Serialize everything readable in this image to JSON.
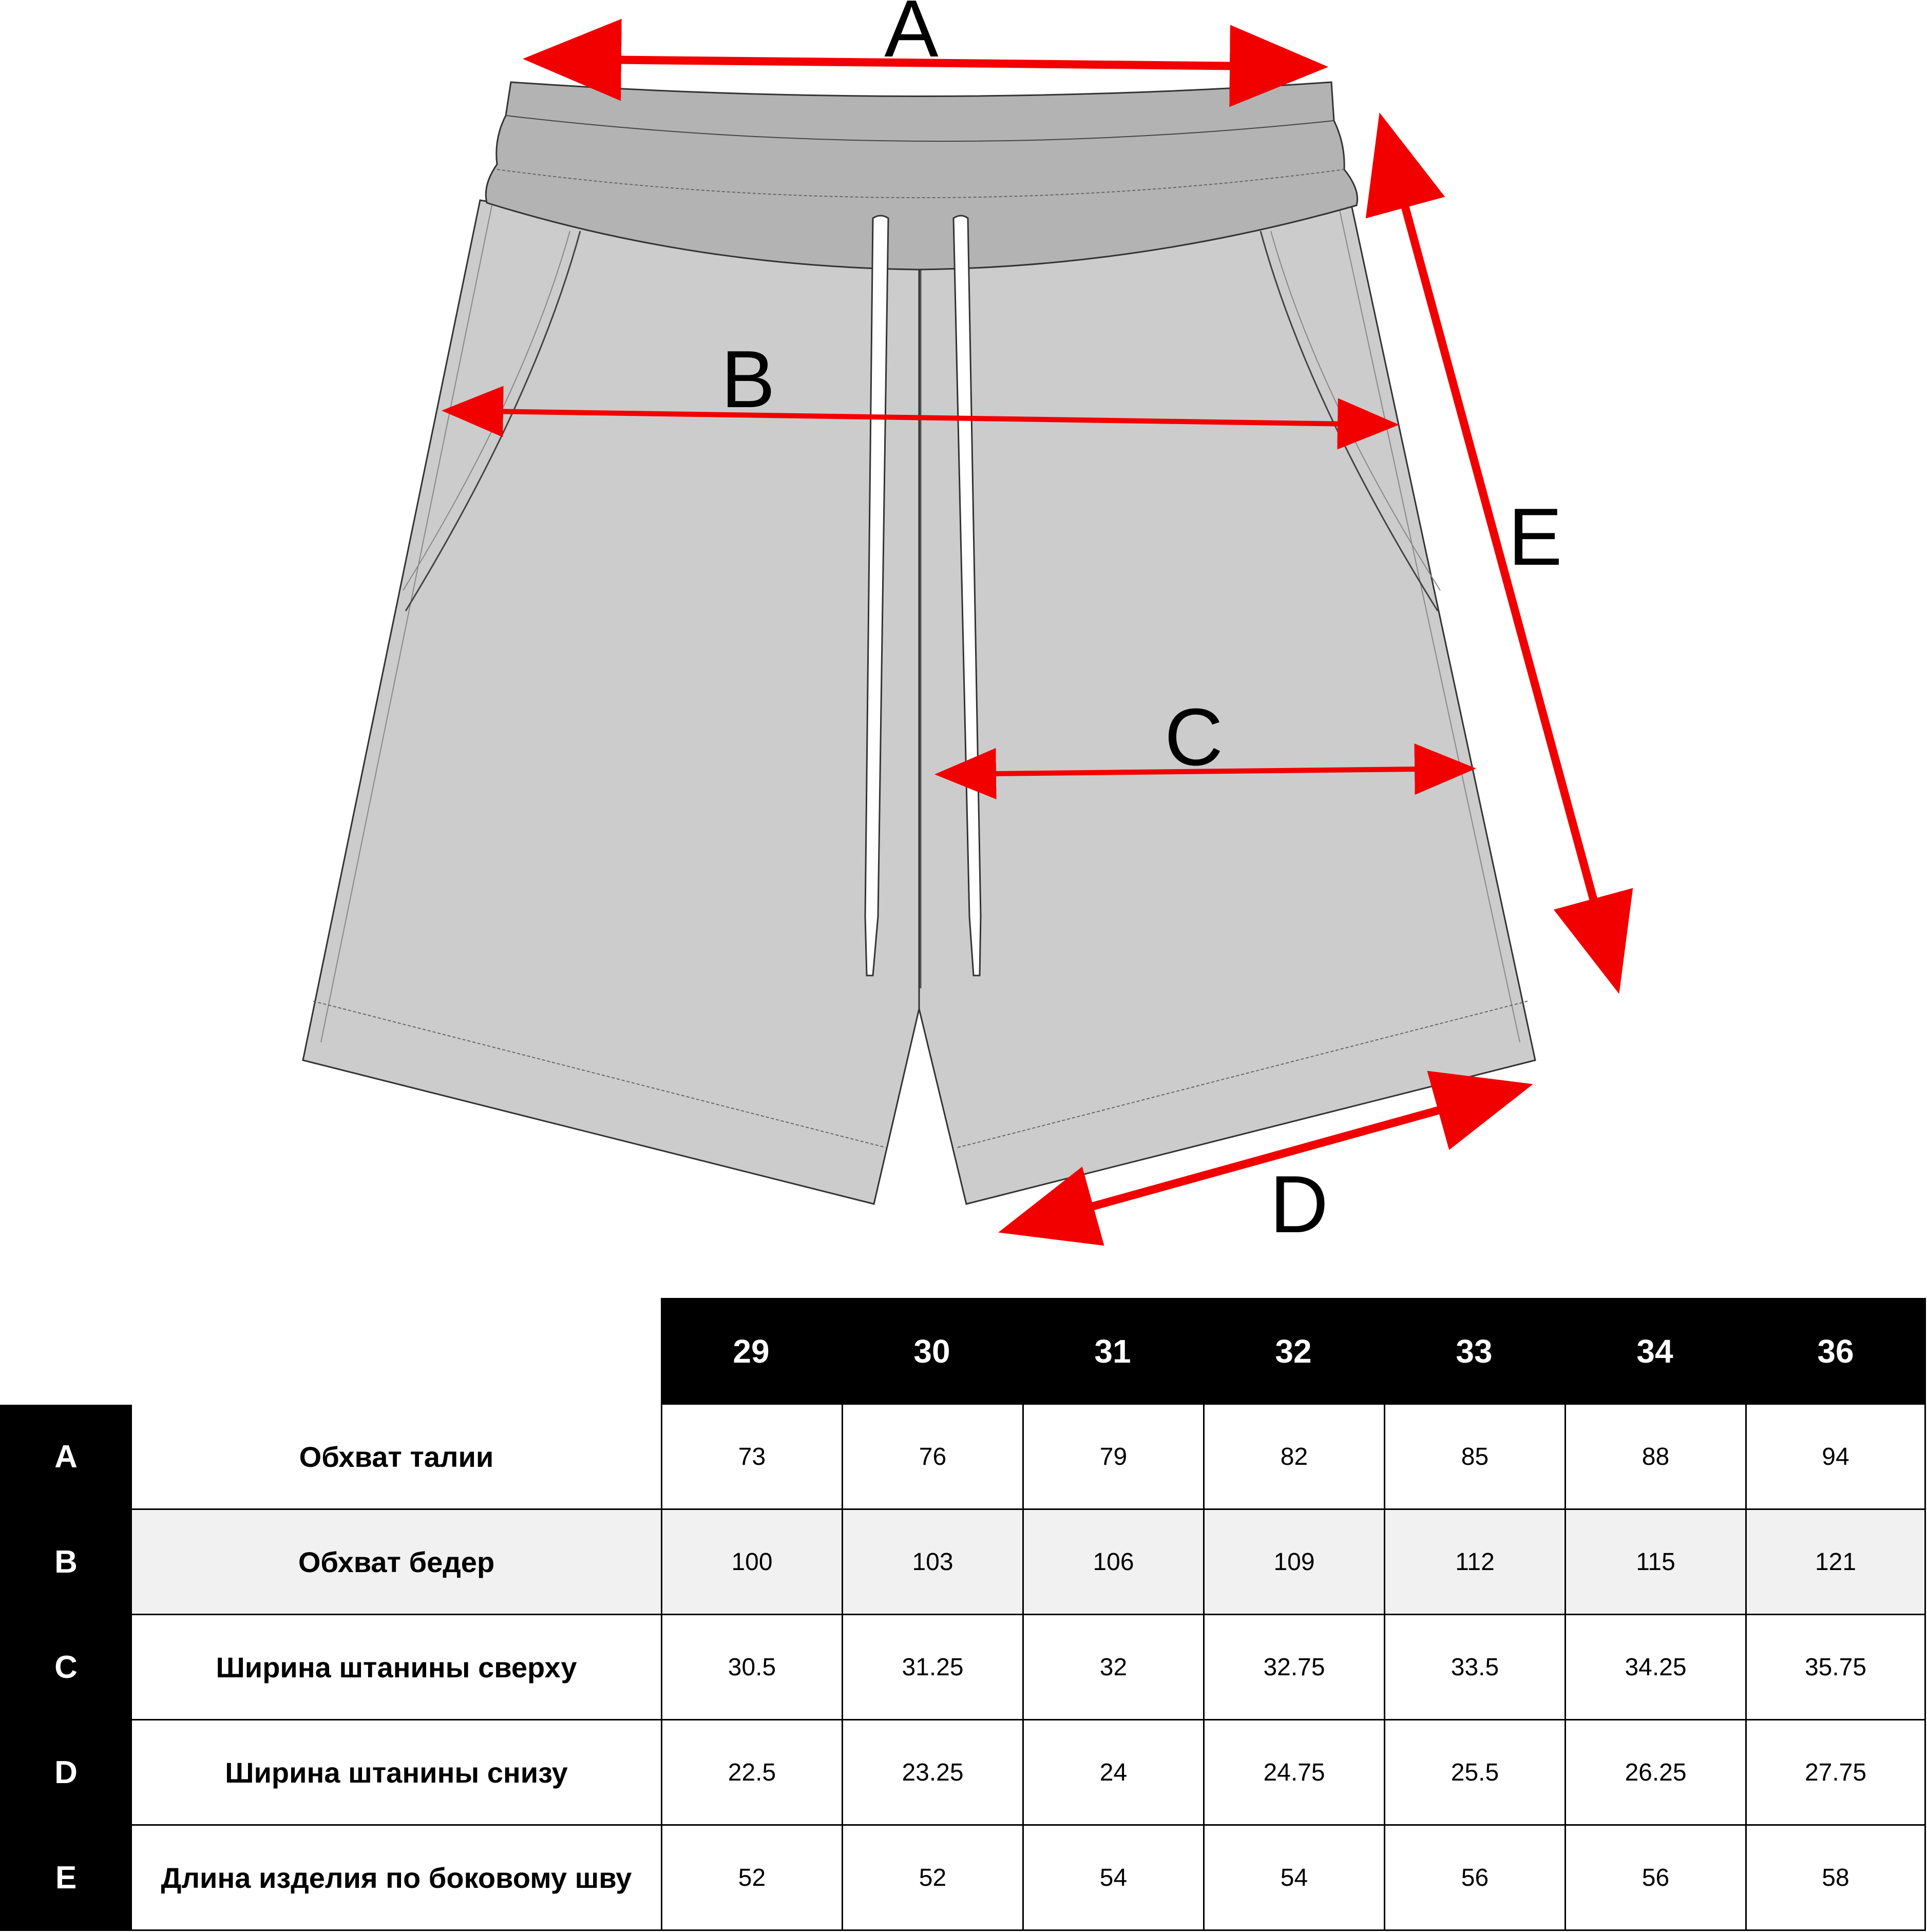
{
  "diagram": {
    "labels": {
      "A": "A",
      "B": "B",
      "C": "C",
      "D": "D",
      "E": "E"
    },
    "colors": {
      "arrow": "#f20000",
      "fabric": "#cccccc",
      "waistband": "#b3b3b3",
      "outline": "#333333",
      "drawstring": "#ffffff"
    }
  },
  "table": {
    "sizes": [
      "29",
      "30",
      "31",
      "32",
      "33",
      "34",
      "36"
    ],
    "rows": [
      {
        "code": "A",
        "name": "Обхват талии",
        "values": [
          "73",
          "76",
          "79",
          "82",
          "85",
          "88",
          "94"
        ]
      },
      {
        "code": "B",
        "name": "Обхват бедер",
        "values": [
          "100",
          "103",
          "106",
          "109",
          "112",
          "115",
          "121"
        ]
      },
      {
        "code": "C",
        "name": "Ширина штанины сверху",
        "values": [
          "30.5",
          "31.25",
          "32",
          "32.75",
          "33.5",
          "34.25",
          "35.75"
        ]
      },
      {
        "code": "D",
        "name": "Ширина штанины снизу",
        "values": [
          "22.5",
          "23.25",
          "24",
          "24.75",
          "25.5",
          "26.25",
          "27.75"
        ]
      },
      {
        "code": "E",
        "name": "Длина изделия по боковому шву",
        "values": [
          "52",
          "52",
          "54",
          "54",
          "56",
          "56",
          "58"
        ]
      }
    ]
  }
}
